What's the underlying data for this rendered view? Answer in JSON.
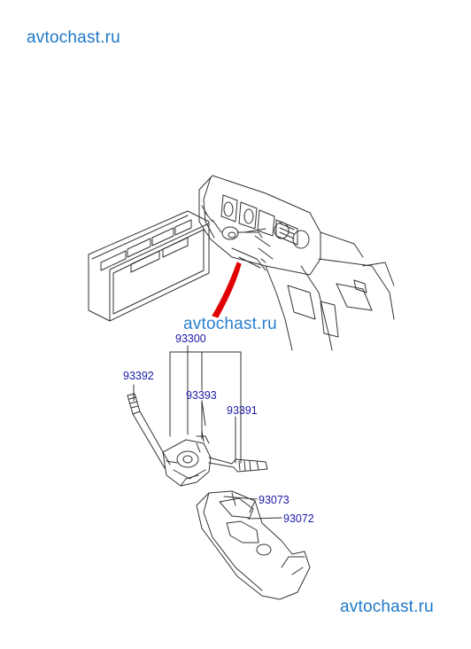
{
  "watermarks": {
    "top": "avtochast.ru",
    "middle": "avtochast.ru",
    "bottom": "avtochast.ru"
  },
  "callouts": {
    "assembly": "93300",
    "light_switch": "93392",
    "center_part": "93393",
    "wiper_switch": "93391",
    "cover_upper": "93073",
    "cover_lower": "93072"
  },
  "colors": {
    "callout_text": "#1a1aa8",
    "watermark": "#1e78c8",
    "pointer_arrow": "#e00000",
    "line_art": "#333333"
  }
}
